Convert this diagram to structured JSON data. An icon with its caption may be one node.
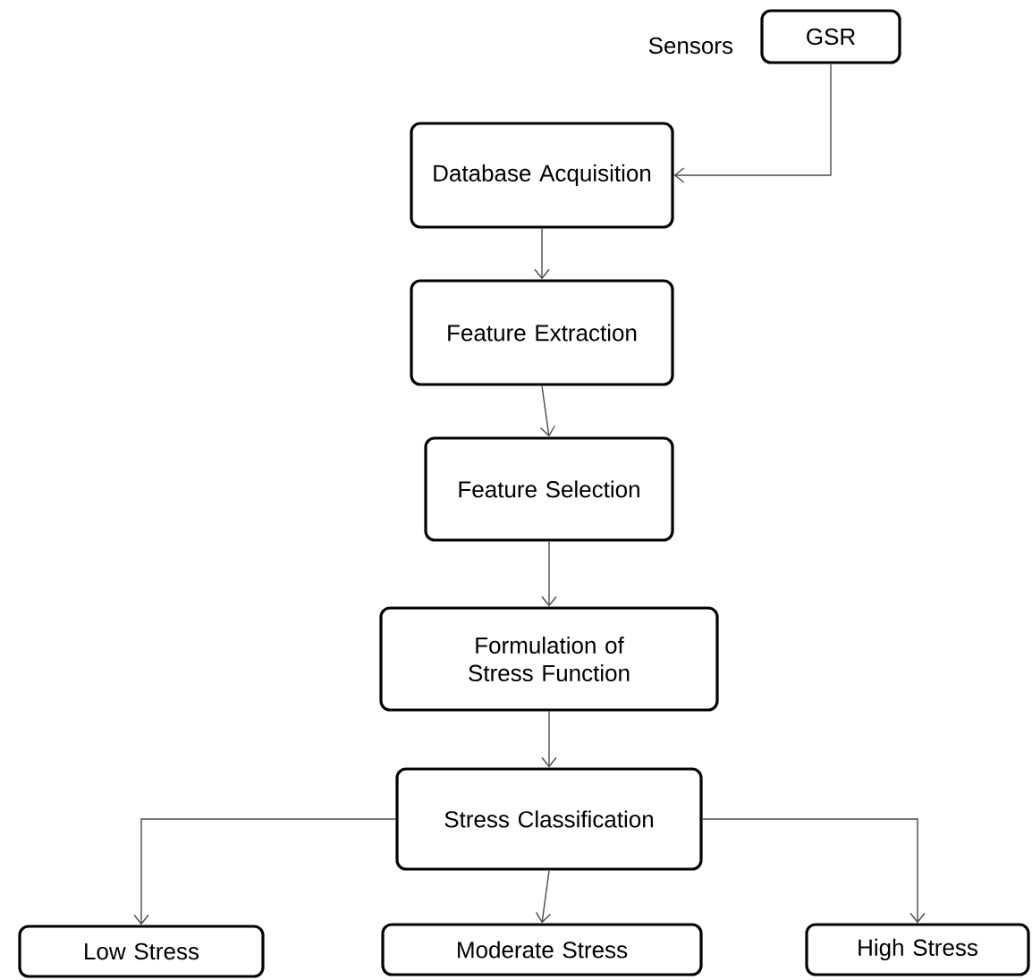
{
  "diagram": {
    "nodes": [
      {
        "text": [
          "GSR"
        ],
        "beside": [
          "Sensors"
        ]
      },
      {
        "text": [
          "Database Acquisition"
        ]
      },
      {
        "text": [
          "Feature Extraction"
        ]
      },
      {
        "text": [
          "Feature Selection"
        ]
      },
      {
        "text": [
          "Formulation of Stress Function"
        ]
      },
      {
        "text": [
          "Stress Classification"
        ]
      },
      {
        "text": [
          "Low Stress"
        ]
      },
      {
        "text": [
          "Moderate Stress"
        ]
      },
      {
        "text": [
          "High Stress"
        ]
      }
    ],
    "edges": [
      {
        "from": 0,
        "to": 1,
        "arrow": "to"
      },
      {
        "from": 1,
        "to": 2,
        "arrow": "to"
      },
      {
        "from": 2,
        "to": 3,
        "arrow": "to"
      },
      {
        "from": 3,
        "to": 4,
        "arrow": "to"
      },
      {
        "from": 4,
        "to": 5,
        "arrow": "to"
      },
      {
        "from": 5,
        "to": 6,
        "arrow": "to"
      },
      {
        "from": 5,
        "to": 7,
        "arrow": "to"
      },
      {
        "from": 5,
        "to": 8,
        "arrow": "to"
      }
    ]
  }
}
